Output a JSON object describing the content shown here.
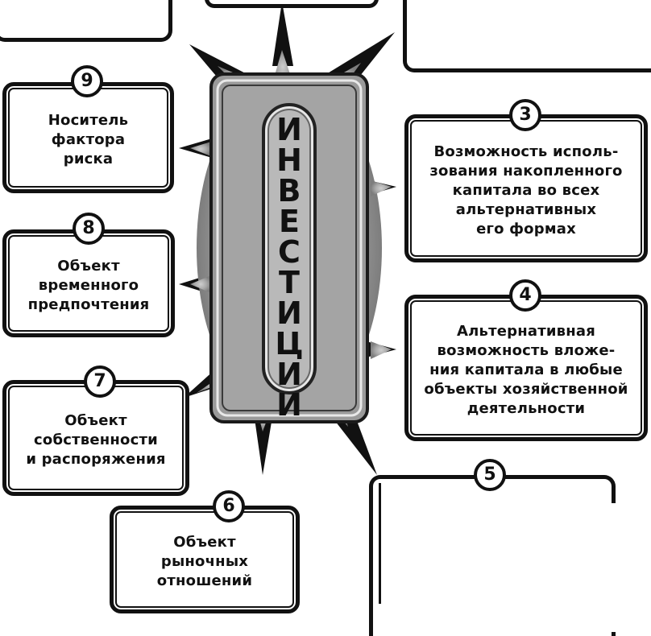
{
  "center": {
    "title": "ИНВЕСТИЦИИ"
  },
  "boxes": [
    {
      "number": "9",
      "text": "Носитель\nфактора\nриска"
    },
    {
      "number": "3",
      "text": "Возможность исполь-\nзования накопленного\nкапитала во всех\nальтернативных\nего формах"
    },
    {
      "number": "8",
      "text": "Объект\nвременного\nпредпочтения"
    },
    {
      "number": "4",
      "text": "Альтернативная\nвозможность вложе-\nния капитала в любые\nобъекты хозяйственной\nдеятельности"
    },
    {
      "number": "7",
      "text": "Объект\nсобственности\nи распоряжения"
    },
    {
      "number": "6",
      "text": "Объект\nрыночных\nотношений"
    },
    {
      "number": "5",
      "text": ""
    }
  ],
  "colors": {
    "ink": "#111111",
    "frame_gray": "#8c8c8c",
    "pill_gray": "#b9b9b9",
    "paper": "#ffffff"
  }
}
